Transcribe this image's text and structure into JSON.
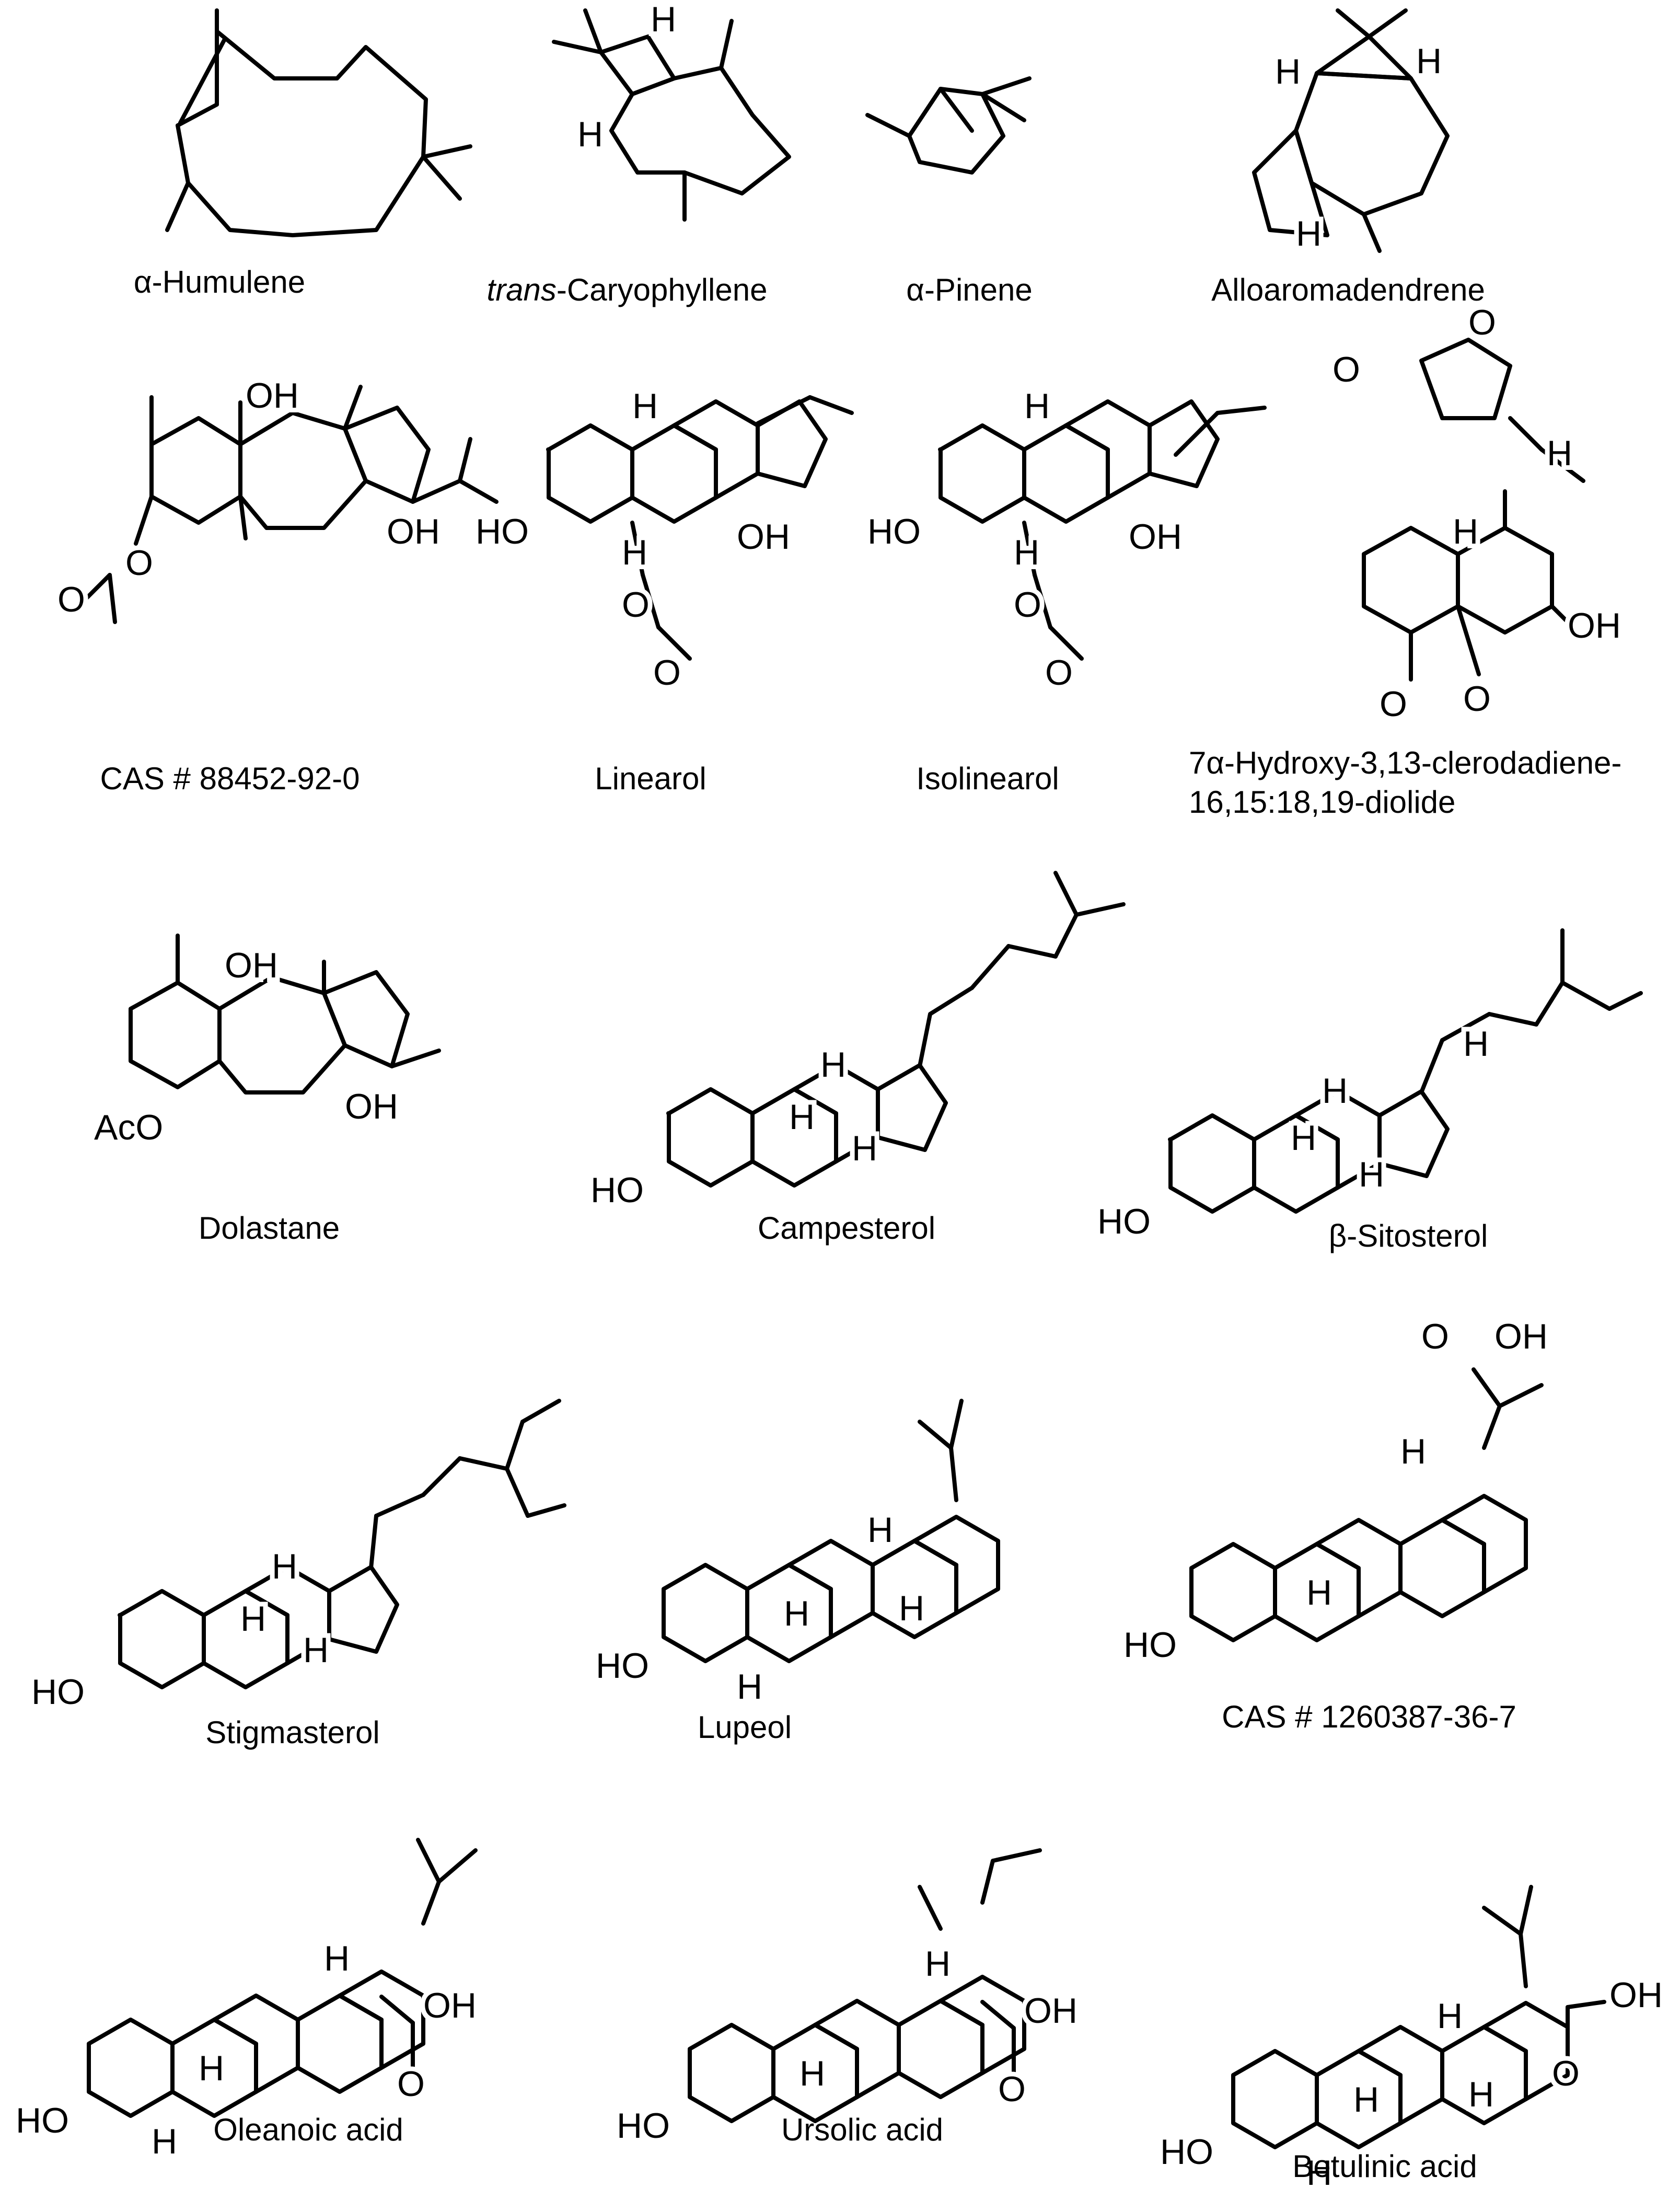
{
  "compounds": [
    {
      "id": "humulene",
      "caption": [
        "α-Humulene"
      ],
      "atoms": []
    },
    {
      "id": "caryophyllene",
      "caption_prefix": "trans",
      "caption_rest": "-Caryophyllene",
      "atoms": [
        "H",
        "H"
      ]
    },
    {
      "id": "pinene",
      "caption": [
        "α-Pinene"
      ],
      "atoms": []
    },
    {
      "id": "alloaromadendrene",
      "caption": [
        "Alloaromadendrene"
      ],
      "atoms": [
        "H",
        "H",
        "H"
      ]
    },
    {
      "id": "cas-88452",
      "caption": [
        "CAS # 88452-92-0"
      ],
      "atoms": [
        "OH",
        "OH",
        "O",
        "O"
      ]
    },
    {
      "id": "linearol",
      "caption": [
        "Linearol"
      ],
      "atoms": [
        "H",
        "HO",
        "H",
        "OH",
        "O",
        "O"
      ]
    },
    {
      "id": "isolinearol",
      "caption": [
        "Isolinearol"
      ],
      "atoms": [
        "H",
        "HO",
        "H",
        "OH",
        "O",
        "O"
      ]
    },
    {
      "id": "clerodadiene",
      "caption": [
        "7α-Hydroxy-3,13-clerodadiene-",
        "16,15:18,19-diolide"
      ],
      "atoms": [
        "O",
        "O",
        "H",
        "H",
        "OH",
        "O",
        "O"
      ]
    },
    {
      "id": "dolastane",
      "caption": [
        "Dolastane"
      ],
      "atoms": [
        "OH",
        "AcO",
        "OH"
      ]
    },
    {
      "id": "campesterol",
      "caption": [
        "Campesterol"
      ],
      "atoms": [
        "HO",
        "H",
        "H",
        "H"
      ]
    },
    {
      "id": "sitosterol",
      "caption": [
        "β-Sitosterol"
      ],
      "atoms": [
        "H",
        "HO",
        "H",
        "H",
        "H"
      ]
    },
    {
      "id": "stigmasterol",
      "caption": [
        "Stigmasterol"
      ],
      "atoms": [
        "HO",
        "H",
        "H",
        "H"
      ]
    },
    {
      "id": "lupeol",
      "caption": [
        "Lupeol"
      ],
      "atoms": [
        "H",
        "H",
        "HO",
        "H",
        "H"
      ]
    },
    {
      "id": "cas-1260387",
      "caption": [
        "CAS # 1260387-36-7"
      ],
      "atoms": [
        "O",
        "OH",
        "H",
        "HO",
        "H"
      ]
    },
    {
      "id": "oleanoic",
      "caption": [
        "Oleanoic acid"
      ],
      "atoms": [
        "H",
        "OH",
        "O",
        "HO",
        "H",
        "H"
      ]
    },
    {
      "id": "ursolic",
      "caption": [
        "Ursolic acid"
      ],
      "atoms": [
        "H",
        "OH",
        "O",
        "HO",
        "H"
      ]
    },
    {
      "id": "betulinic",
      "caption": [
        "Betulinic acid"
      ],
      "atoms": [
        "H",
        "H",
        "OH",
        "O",
        "HO",
        "H",
        "H"
      ]
    }
  ]
}
